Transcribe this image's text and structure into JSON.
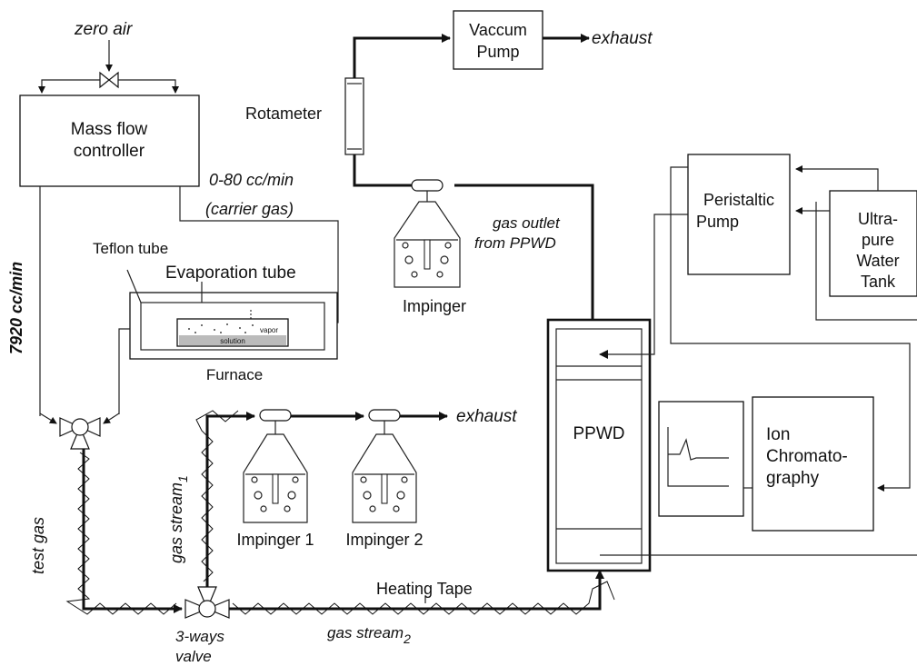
{
  "labels": {
    "zero_air": "zero air",
    "mfc_line1": "Mass flow",
    "mfc_line2": "controller",
    "flow_carrier_1": "0-80 cc/min",
    "flow_carrier_2": "(carrier gas)",
    "flow_main": "7920 cc/min",
    "teflon_tube": "Teflon tube",
    "evaporation_tube": "Evaporation tube",
    "vapor": "vapor",
    "solution": "solution",
    "furnace": "Furnace",
    "vacuum_pump_1": "Vaccum",
    "vacuum_pump_2": "Pump",
    "exhaust_top": "exhaust",
    "rotameter": "Rotameter",
    "impinger": "Impinger",
    "gas_outlet_1": "gas outlet",
    "gas_outlet_2": "from PPWD",
    "peristaltic_1": "Peristaltic",
    "peristaltic_2": "Pump",
    "water_1": "Ultra-",
    "water_2": "pure",
    "water_3": "Water",
    "water_4": "Tank",
    "ppwd": "PPWD",
    "ic_1": "Ion",
    "ic_2": "Chromato-",
    "ic_3": "graphy",
    "exhaust_mid": "exhaust",
    "gas_stream_1": "gas stream",
    "gas_stream_1_sub": "1",
    "impinger_1": "Impinger 1",
    "impinger_2": "Impinger 2",
    "test_gas": "test gas",
    "heating_tape": "Heating Tape",
    "three_way_1": "3-ways",
    "three_way_2": "valve",
    "gas_stream_2": "gas stream",
    "gas_stream_2_sub": "2"
  }
}
